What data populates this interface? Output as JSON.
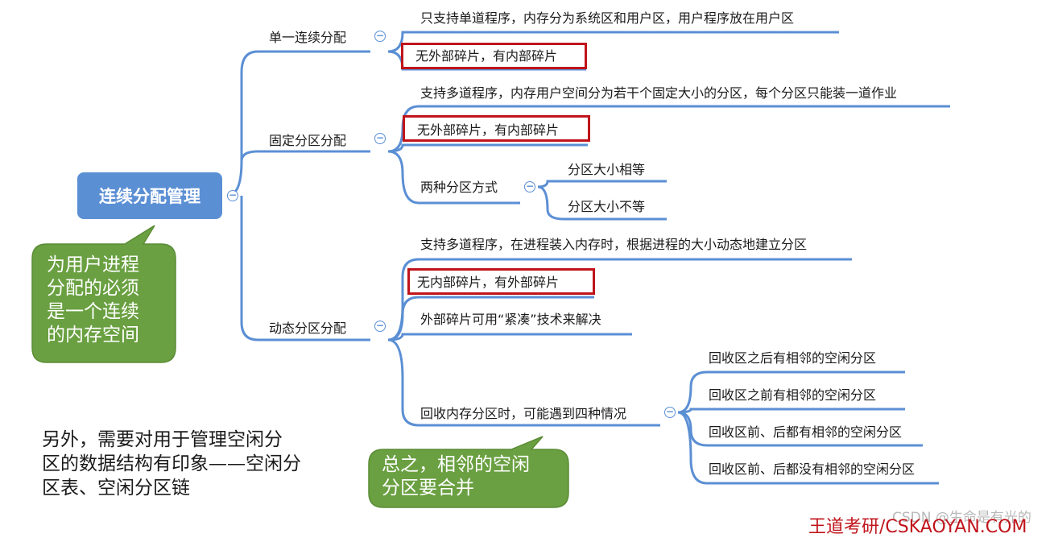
{
  "root": {
    "label": "连续分配管理"
  },
  "branches": {
    "single": {
      "label": "单一连续分配",
      "items": [
        "只支持单道程序，内存分为系统区和用户区，用户程序放在用户区",
        "无外部碎片，有内部碎片"
      ]
    },
    "fixed": {
      "label": "固定分区分配",
      "items": [
        "支持多道程序，内存用户空间分为若干个固定大小的分区，每个分区只能装一道作业",
        "无外部碎片，有内部碎片"
      ],
      "sub": {
        "label": "两种分区方式",
        "items": [
          "分区大小相等",
          "分区大小不等"
        ]
      }
    },
    "dynamic": {
      "label": "动态分区分配",
      "items": [
        "支持多道程序，在进程装入内存时，根据进程的大小动态地建立分区",
        "无内部碎片，有外部碎片",
        "外部碎片可用“紧凑”技术来解决"
      ],
      "sub": {
        "label": "回收内存分区时，可能遇到四种情况",
        "items": [
          "回收区之后有相邻的空闲分区",
          "回收区之前有相邻的空闲分区",
          "回收区前、后都有相邻的空闲分区",
          "回收区前、后都没有相邻的空闲分区"
        ]
      }
    }
  },
  "callout_left": {
    "lines": [
      "为用户进程",
      "分配的必须",
      "是一个连续",
      "的内存空间"
    ]
  },
  "callout_bottom": {
    "lines": [
      "总之，相邻的空闲",
      "分区要合并"
    ]
  },
  "note": {
    "lines": [
      "另外，需要对用于管理空闲分",
      "区的数据结构有印象——空闲分",
      "区表、空闲分区链"
    ]
  },
  "footer": {
    "text": "王道考研/CSKAOYAN.COM"
  },
  "watermark": {
    "text": "CSDN @生命是有光的"
  },
  "colors": {
    "link": "#5b8fd4",
    "root_fill": "#5b8fd4",
    "callout_fill": "#6aa041",
    "highlight": "#c0141b"
  }
}
